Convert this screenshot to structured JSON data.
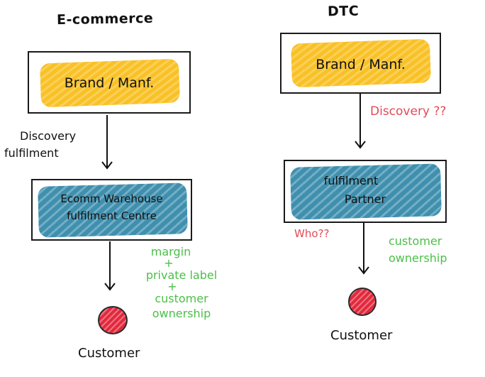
{
  "left": {
    "title": "E-commerce",
    "top_box": "Brand / Manf.",
    "arrow_label": [
      "Discovery",
      "fulfilment"
    ],
    "middle_box": [
      "Ecomm Warehouse",
      "fulfilment Centre"
    ],
    "gains": [
      "margin",
      "+",
      "private label",
      "+",
      "customer",
      "ownership"
    ],
    "end": "Customer"
  },
  "right": {
    "title": "DTC",
    "top_box": "Brand / Manf.",
    "question": "Discovery ??",
    "middle_box": [
      "fulfilment",
      "Partner"
    ],
    "who": "Who??",
    "gains": [
      "customer",
      "ownership"
    ],
    "end": "Customer"
  },
  "colors": {
    "brand_highlight": "#f6c12c",
    "fulfilment_highlight": "#3f8fae",
    "benefit_text": "#4bbf48",
    "question_text": "#e04a57",
    "customer_dot": "#e3283c"
  }
}
